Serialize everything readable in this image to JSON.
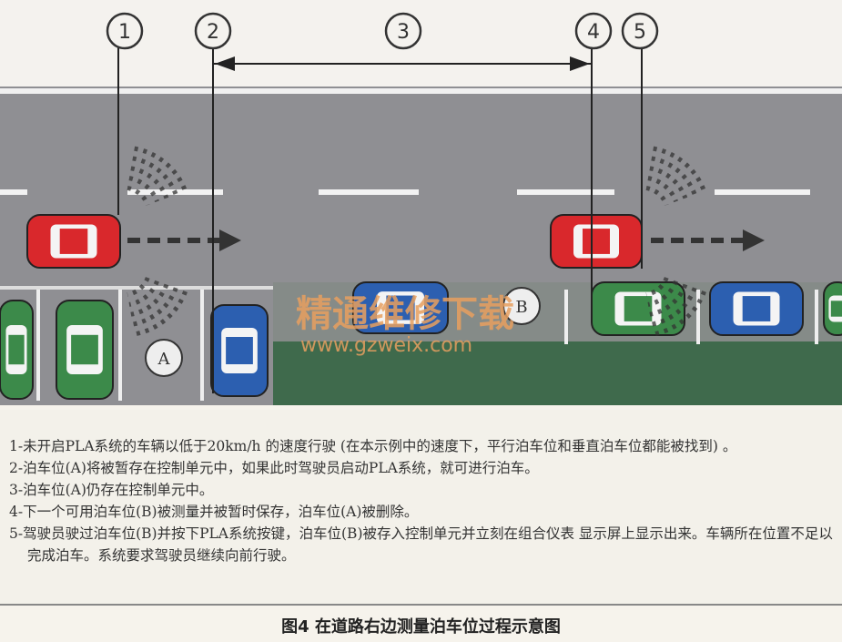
{
  "markers": [
    "1",
    "2",
    "3",
    "4",
    "5"
  ],
  "slots": {
    "a": "A",
    "b": "B"
  },
  "watermark": {
    "title": "精通维修下载",
    "url": "www.gzweix.com"
  },
  "notes": [
    "1-未开启PLA系统的车辆以低于20km/h 的速度行驶 (在本示例中的速度下，平行泊车位和垂直泊车位都能被找到) 。",
    "2-泊车位(A)将被暂存在控制单元中，如果此时驾驶员启动PLA系统，就可进行泊车。",
    "3-泊车位(A)仍存在控制单元中。",
    "4-下一个可用泊车位(B)被测量并被暂时保存，泊车位(A)被删除。",
    "5-驾驶员驶过泊车位(B)并按下PLA系统按键，泊车位(B)被存入控制单元并立刻在组合仪表 显示屏上显示出来。车辆所在位置不足以完成泊车。系统要求驾驶员继续向前行驶。"
  ],
  "caption": "图4 在道路右边测量泊车位过程示意图",
  "colors": {
    "road": "#8f8f93",
    "grass": "#3f6a4c",
    "red_car": "#d9282c",
    "green_car": "#3c8a4a",
    "blue_car": "#2c5fb0"
  }
}
